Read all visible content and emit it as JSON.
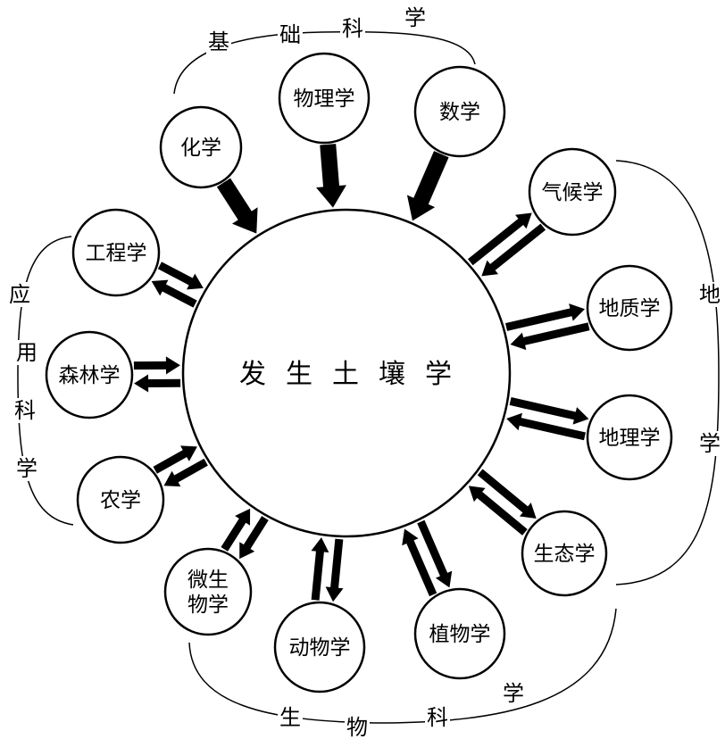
{
  "center": {
    "label": "发生土壤学"
  },
  "satellites": [
    {
      "id": "chemistry",
      "lines": [
        "化学"
      ]
    },
    {
      "id": "physics",
      "lines": [
        "物理学"
      ]
    },
    {
      "id": "mathematics",
      "lines": [
        "数学"
      ]
    },
    {
      "id": "climatology",
      "lines": [
        "气候学"
      ]
    },
    {
      "id": "geology",
      "lines": [
        "地质学"
      ]
    },
    {
      "id": "geography",
      "lines": [
        "地理学"
      ]
    },
    {
      "id": "ecology",
      "lines": [
        "生态学"
      ]
    },
    {
      "id": "botany",
      "lines": [
        "植物学"
      ]
    },
    {
      "id": "zoology",
      "lines": [
        "动物学"
      ]
    },
    {
      "id": "microbiology",
      "lines": [
        "微生",
        "物学"
      ]
    },
    {
      "id": "agronomy",
      "lines": [
        "农学"
      ]
    },
    {
      "id": "forestry",
      "lines": [
        "森林学"
      ]
    },
    {
      "id": "engineering",
      "lines": [
        "工程学"
      ]
    }
  ],
  "groups": {
    "basic": {
      "chars": [
        "基",
        "础",
        "科",
        "学"
      ]
    },
    "earth": {
      "chars": [
        "地",
        "学"
      ]
    },
    "applied": {
      "chars": [
        "应",
        "用",
        "科",
        "学"
      ]
    },
    "bio": {
      "chars": [
        "生",
        "物",
        "科",
        "学"
      ]
    }
  }
}
